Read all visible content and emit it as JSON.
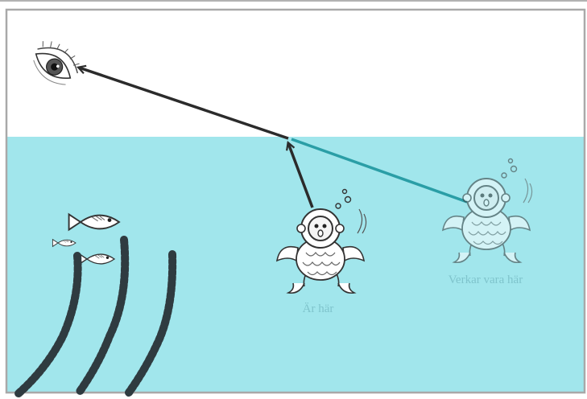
{
  "labels": {
    "actual_position": "Är  här",
    "apparent_position": "Verkar vara här"
  },
  "colors": {
    "water": "#a1e6ec",
    "sky": "#ffffff",
    "ray": "#2b2b2b",
    "apparent_ray": "#2a9ea6",
    "label_text": "#7fc4cc",
    "frame": "#a9a9a9",
    "seaweed": "#2f3b40"
  },
  "icons": [
    "eye-icon",
    "diver-figure",
    "diver-ghost-figure",
    "fish-icon",
    "seaweed"
  ]
}
